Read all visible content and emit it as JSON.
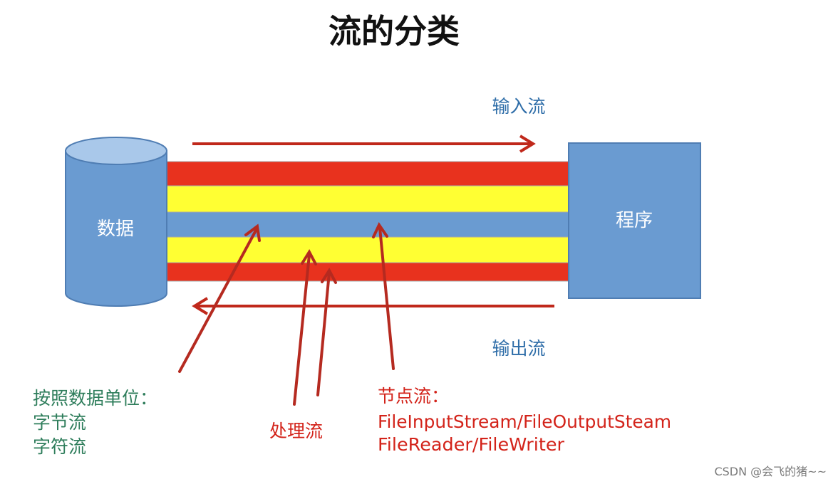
{
  "title": "流的分类",
  "nodes": {
    "data_store": "数据",
    "program": "程序"
  },
  "flows": {
    "input": "输入流",
    "output": "输出流"
  },
  "annotations": {
    "by_unit": {
      "heading": "按照数据单位：",
      "items": [
        "字节流",
        "字符流"
      ]
    },
    "processing": "处理流",
    "node_stream": {
      "heading": "节点流：",
      "items": [
        "FileInputStream/FileOutputSteam",
        "FileReader/FileWriter"
      ]
    }
  },
  "watermark": "CSDN @会飞的猪~~",
  "colors": {
    "pipe_red": "#e8321e",
    "pipe_yellow": "#ffff33",
    "pipe_blue": "#6a9bd1",
    "shape_blue": "#6a9bd1",
    "shape_border": "#4f7db3",
    "arrow": "#b52a20",
    "flow_label": "#2e6da8",
    "green_text": "#2e7d5b",
    "red_text": "#d3231a"
  }
}
